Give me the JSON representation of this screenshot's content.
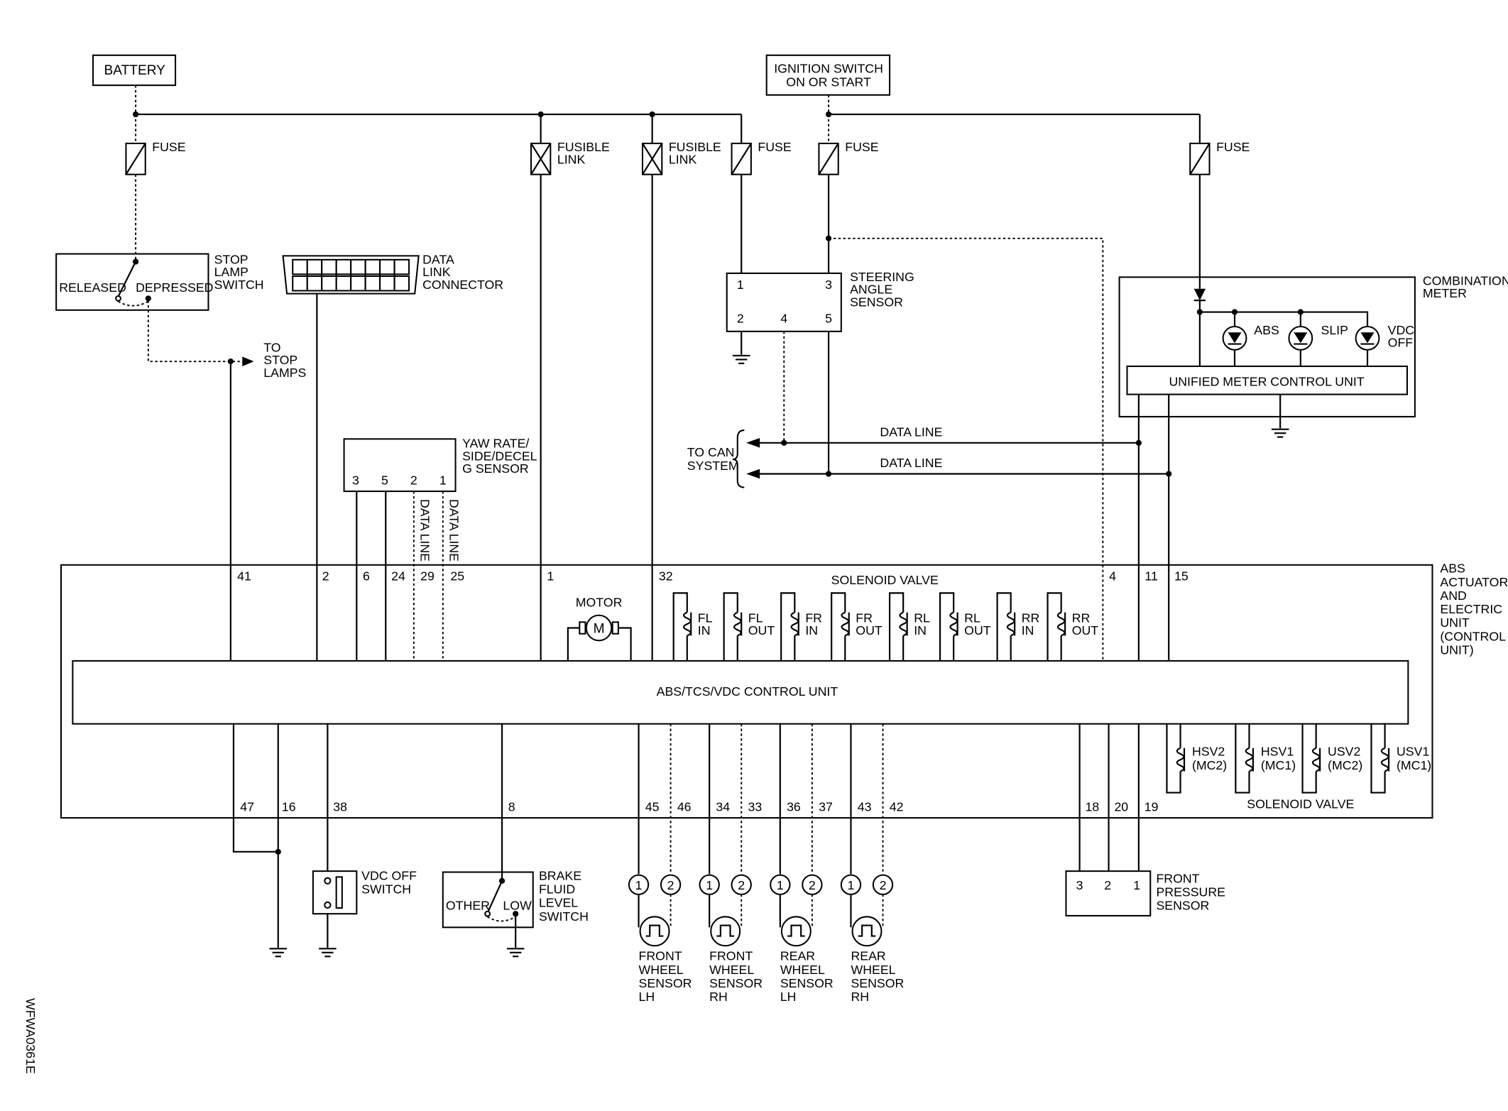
{
  "battery": "BATTERY",
  "ign": [
    "IGNITION SWITCH",
    "ON OR START"
  ],
  "fuse": "FUSE",
  "fusible": [
    "FUSIBLE",
    "LINK"
  ],
  "stop_switch": {
    "name": [
      "STOP",
      "LAMP",
      "SWITCH"
    ],
    "released": "RELEASED",
    "depressed": "DEPRESSED",
    "to_stop": [
      "TO",
      "STOP",
      "LAMPS"
    ]
  },
  "dlc": [
    "DATA",
    "LINK",
    "CONNECTOR"
  ],
  "steering": {
    "name": [
      "STEERING",
      "ANGLE",
      "SENSOR"
    ],
    "pins": [
      "1",
      "3",
      "2",
      "4",
      "5"
    ]
  },
  "combo": {
    "name": [
      "COMBINATION",
      "METER"
    ],
    "abs": "ABS",
    "slip": "SLIP",
    "vdc_off": [
      "VDC",
      "OFF"
    ],
    "unit": "UNIFIED METER CONTROL UNIT"
  },
  "can": {
    "to_can": [
      "TO CAN",
      "SYSTEM"
    ],
    "data_line": "DATA LINE"
  },
  "yaw": {
    "name": [
      "YAW RATE/",
      "SIDE/DECEL",
      "G SENSOR"
    ],
    "pins": [
      "3",
      "5",
      "2",
      "1"
    ]
  },
  "abs_unit": {
    "name": [
      "ABS",
      "ACTUATOR",
      "AND",
      "ELECTRIC",
      "UNIT",
      "(CONTROL",
      "UNIT)"
    ],
    "control_unit": "ABS/TCS/VDC CONTROL UNIT",
    "solenoid_valve": "SOLENOID VALVE",
    "motor": "MOTOR",
    "motor_symbol": "M",
    "top_pins": [
      "41",
      "2",
      "6",
      "24",
      "29",
      "25",
      "1",
      "32",
      "4",
      "11",
      "15"
    ],
    "bottom_pins": [
      "47",
      "16",
      "38",
      "8",
      "45",
      "46",
      "34",
      "33",
      "36",
      "37",
      "43",
      "42",
      "18",
      "20",
      "19"
    ],
    "top_valves": [
      [
        "FL",
        "IN"
      ],
      [
        "FL",
        "OUT"
      ],
      [
        "FR",
        "IN"
      ],
      [
        "FR",
        "OUT"
      ],
      [
        "RL",
        "IN"
      ],
      [
        "RL",
        "OUT"
      ],
      [
        "RR",
        "IN"
      ],
      [
        "RR",
        "OUT"
      ]
    ],
    "bottom_valves": [
      [
        "HSV2",
        "(MC2)"
      ],
      [
        "HSV1",
        "(MC1)"
      ],
      [
        "USV2",
        "(MC2)"
      ],
      [
        "USV1",
        "(MC1)"
      ]
    ]
  },
  "vdc_off_switch": [
    "VDC OFF",
    "SWITCH"
  ],
  "brake_switch": {
    "name": [
      "BRAKE",
      "FLUID",
      "LEVEL",
      "SWITCH"
    ],
    "other": "OTHER",
    "low": "LOW"
  },
  "wheel_sensors": [
    [
      "FRONT",
      "WHEEL",
      "SENSOR",
      "LH"
    ],
    [
      "FRONT",
      "WHEEL",
      "SENSOR",
      "RH"
    ],
    [
      "REAR",
      "WHEEL",
      "SENSOR",
      "LH"
    ],
    [
      "REAR",
      "WHEEL",
      "SENSOR",
      "RH"
    ]
  ],
  "sensor_pins": [
    "1",
    "2"
  ],
  "pressure": {
    "name": [
      "FRONT",
      "PRESSURE",
      "SENSOR"
    ],
    "pins": [
      "3",
      "2",
      "1"
    ]
  },
  "ref_code": "WFWA0361E"
}
